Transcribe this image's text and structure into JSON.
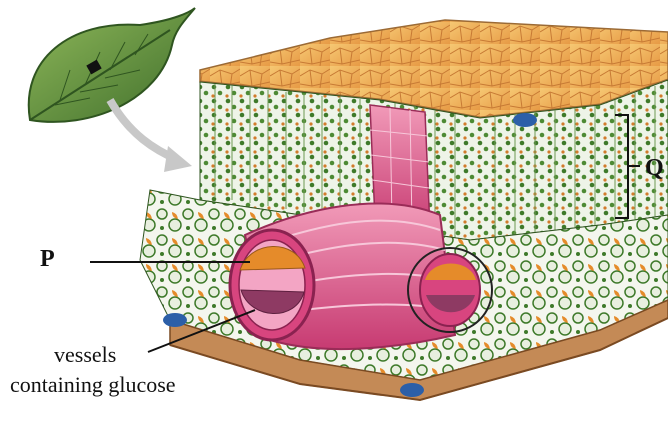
{
  "labels": {
    "p": "P",
    "q": "Q",
    "vessels_line1": "vessels",
    "vessels_line2": "containing glucose"
  },
  "colors": {
    "leaf": "#5f8f3a",
    "upper_epidermis": "#f0b45c",
    "palisade": "#e6efe0",
    "chloroplast": "#3e7a2a",
    "xylem_phloem_pink": "#d8457f",
    "orange_cells": "#e58b2a",
    "lower_epidermis": "#b97a4a",
    "stoma": "#2c5fa8"
  }
}
